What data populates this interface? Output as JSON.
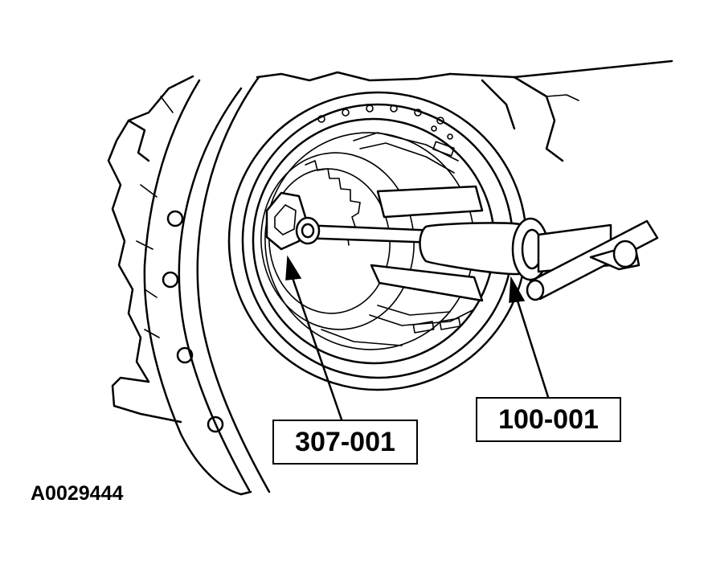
{
  "labels": {
    "tool_1": "307-001",
    "tool_2": "100-001",
    "figure_id": "A0029444"
  },
  "colors": {
    "ink": "#000000",
    "paper": "#ffffff"
  }
}
